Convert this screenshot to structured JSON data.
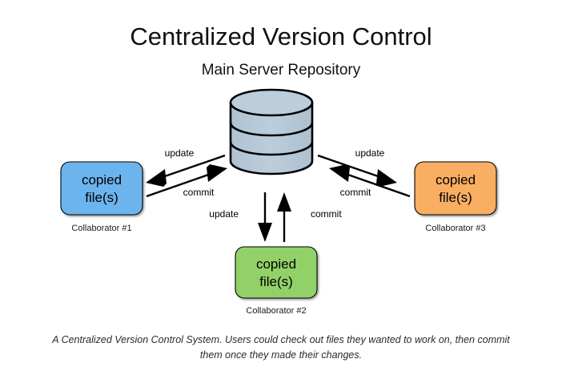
{
  "header": {
    "title": "Centralized Version Control",
    "subtitle": "Main Server Repository"
  },
  "server": {
    "name": "main-server-repository",
    "shape": "database-cylinder",
    "fill_color": "#b4c6d4",
    "stroke_color": "#000000",
    "band_count": 3
  },
  "nodes": [
    {
      "id": "collaborator-1",
      "line1": "copied",
      "line2": "file(s)",
      "caption": "Collaborator #1",
      "fill_color": "#6cb4ee",
      "position": "left"
    },
    {
      "id": "collaborator-2",
      "line1": "copied",
      "line2": "file(s)",
      "caption": "Collaborator #2",
      "fill_color": "#92d168",
      "position": "bottom"
    },
    {
      "id": "collaborator-3",
      "line1": "copied",
      "line2": "file(s)",
      "caption": "Collaborator #3",
      "fill_color": "#f9ae62",
      "position": "right"
    }
  ],
  "edges": [
    {
      "id": "left-update",
      "label": "update",
      "from": "main-server-repository",
      "to": "collaborator-1",
      "direction": "server-to-collaborator"
    },
    {
      "id": "left-commit",
      "label": "commit",
      "from": "collaborator-1",
      "to": "main-server-repository",
      "direction": "collaborator-to-server"
    },
    {
      "id": "right-update",
      "label": "update",
      "from": "main-server-repository",
      "to": "collaborator-3",
      "direction": "server-to-collaborator"
    },
    {
      "id": "right-commit",
      "label": "commit",
      "from": "collaborator-3",
      "to": "main-server-repository",
      "direction": "collaborator-to-server"
    },
    {
      "id": "down-update",
      "label": "update",
      "from": "main-server-repository",
      "to": "collaborator-2",
      "direction": "server-to-collaborator"
    },
    {
      "id": "down-commit",
      "label": "commit",
      "from": "collaborator-2",
      "to": "main-server-repository",
      "direction": "collaborator-to-server"
    }
  ],
  "caption": {
    "line1": "A Centralized Version Control System. Users could check out files they wanted to work on, then commit",
    "line2": "them once they made their changes."
  },
  "colors": {
    "background": "#ffffff",
    "stroke": "#000000",
    "text": "#111111",
    "caption_text": "#2b2b2b"
  }
}
